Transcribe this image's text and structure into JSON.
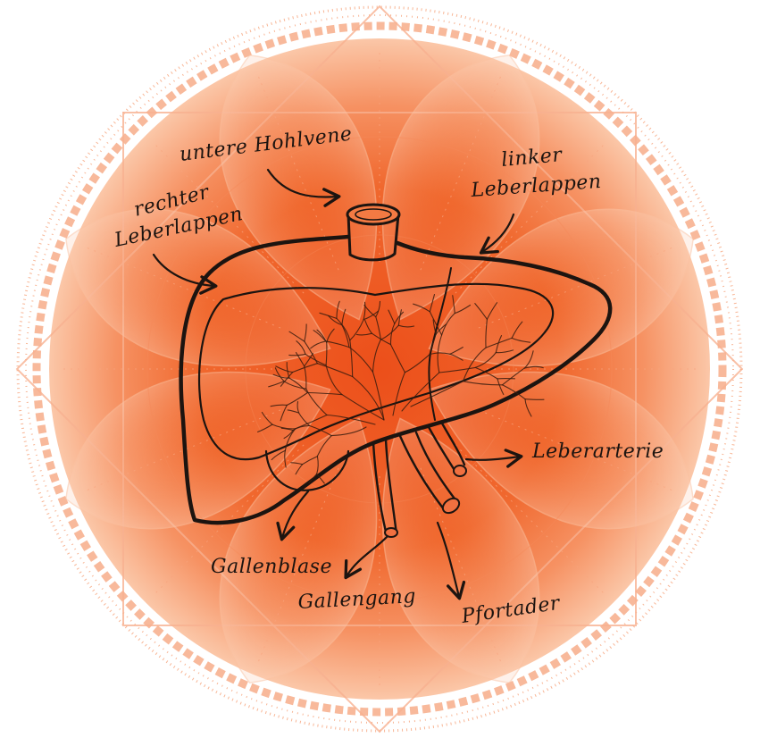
{
  "colors": {
    "background": "#ffffff",
    "mandala_center": "#ef5a24",
    "mandala_edge": "#f9b48e",
    "ornament": "#f6a27a",
    "ink": "#1c1410"
  },
  "labels": {
    "untere_hohlvene": "untere Hohlvene",
    "rechter_leberlappen_line1": "rechter",
    "rechter_leberlappen_line2": "Leberlappen",
    "linker_leberlappen_line1": "linker",
    "linker_leberlappen_line2": "Leberlappen",
    "leberarterie": "Leberarterie",
    "gallenblase": "Gallenblase",
    "gallengang": "Gallengang",
    "pfortader": "Pfortader"
  }
}
